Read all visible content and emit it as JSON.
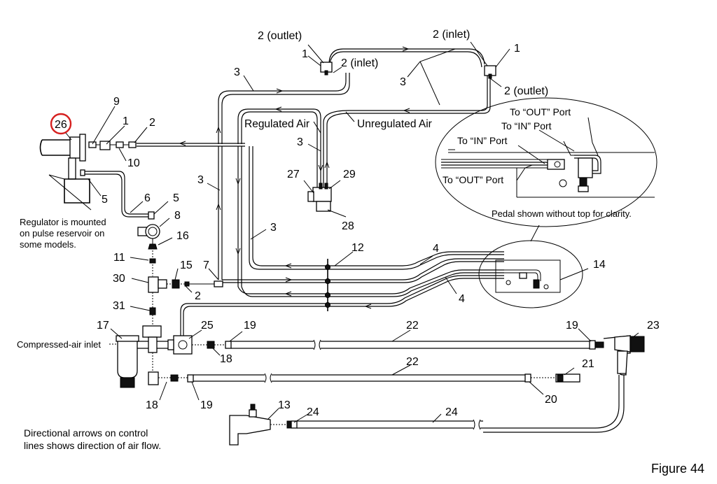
{
  "figure_label": "Figure 44",
  "highlight_color": "#d6201f",
  "callouts": {
    "c26": "26",
    "c9": "9",
    "c1a": "1",
    "c2a": "2",
    "c10": "10",
    "c5a": "5",
    "c6": "6",
    "c5b": "5",
    "c8": "8",
    "c16": "16",
    "c11": "11",
    "c15": "15",
    "c30": "30",
    "c7": "7",
    "c2b": "2",
    "c31": "31",
    "c17": "17",
    "c25": "25",
    "c19a": "19",
    "c18a": "18",
    "c22a": "22",
    "c19b": "19",
    "c23": "23",
    "c22b": "22",
    "c21": "21",
    "c20": "20",
    "c18b": "18",
    "c19c": "19",
    "c13": "13",
    "c24a": "24",
    "c24b": "24",
    "c3a": "3",
    "c3b": "3",
    "c3c": "3",
    "c3d": "3",
    "c3e": "3",
    "c1b": "1",
    "c1c": "1",
    "c2_outlet_top": "2 (outlet)",
    "c2_inlet_left": "2 (inlet)",
    "c2_inlet_right": "2 (inlet)",
    "c2_outlet_right": "2 (outlet)",
    "c27": "27",
    "c29": "29",
    "c28": "28",
    "c12": "12",
    "c4a": "4",
    "c4b": "4",
    "c14": "14"
  },
  "labels": {
    "regulated_air": "Regulated Air",
    "unregulated_air": "Unregulated Air",
    "to_out_port_1": "To “OUT” Port",
    "to_in_port_1": "To “IN” Port",
    "to_in_port_2": "To “IN” Port",
    "to_out_port_2": "To “OUT” Port",
    "pedal_note": "Pedal shown without top for clarity.",
    "regulator_note_1": "Regulator is mounted",
    "regulator_note_2": "on pulse reservoir on",
    "regulator_note_3": "some models.",
    "compressed_air_inlet": "Compressed-air inlet",
    "arrows_note_1": "Directional arrows on control",
    "arrows_note_2": "lines shows direction of air flow."
  }
}
